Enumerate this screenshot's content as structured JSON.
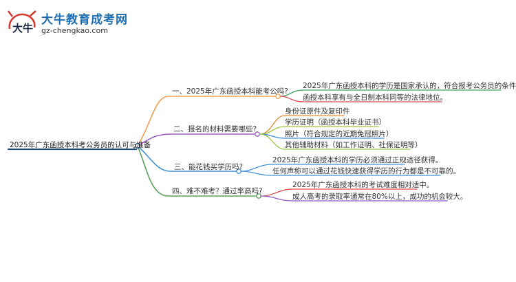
{
  "logo": {
    "title": "大牛教育成考网",
    "url": "gz-chengkao.com",
    "mark_text": "大牛"
  },
  "root": {
    "label": "2025年广东函授本科考公务员的认可与准备"
  },
  "branches": [
    {
      "label": "一、2025年广东函授本科能考公吗?",
      "children": [
        "2025年广东函授本科的学历是国家承认的，符合报考公务员的条件。",
        "函授本科享有与全日制本科同等的法律地位。"
      ]
    },
    {
      "label": "二、报名的材料需要哪些?",
      "children": [
        "身份证原件及复印件",
        "学历证明（函授本科毕业证书）",
        "照片（符合规定的近期免冠照片）",
        "其他辅助材料（如工作证明、社保证明等）"
      ]
    },
    {
      "label": "三、能花钱买学历吗?",
      "children": [
        "2025年广东函授本科的学历必须通过正规途径获得。",
        "任何声称可以通过花钱快速获得学历的行为都是不可靠的。"
      ]
    },
    {
      "label": "四、难不难考？通过率高吗?",
      "children": [
        "2025年广东函授本科的考试难度相对适中。",
        "成人高考的录取率通常在80%以上，成功的机会较大。"
      ]
    }
  ],
  "colors": {
    "root_line": "#1f4e79",
    "branch1": "#f0a050",
    "branch2": "#9b5cc6",
    "branch3": "#3f8fd8",
    "branch4": "#5aa05a",
    "leaf_green": "#3aa35a",
    "leaf_red": "#d94a4a",
    "leaf_orange": "#e08a2e",
    "leaf_lime": "#9bc53d",
    "leaf_purple": "#8e5bc8",
    "leaf_blue": "#3f8fd8",
    "logo_blue": "#1f6fb4",
    "logo_red": "#d63a2f"
  }
}
